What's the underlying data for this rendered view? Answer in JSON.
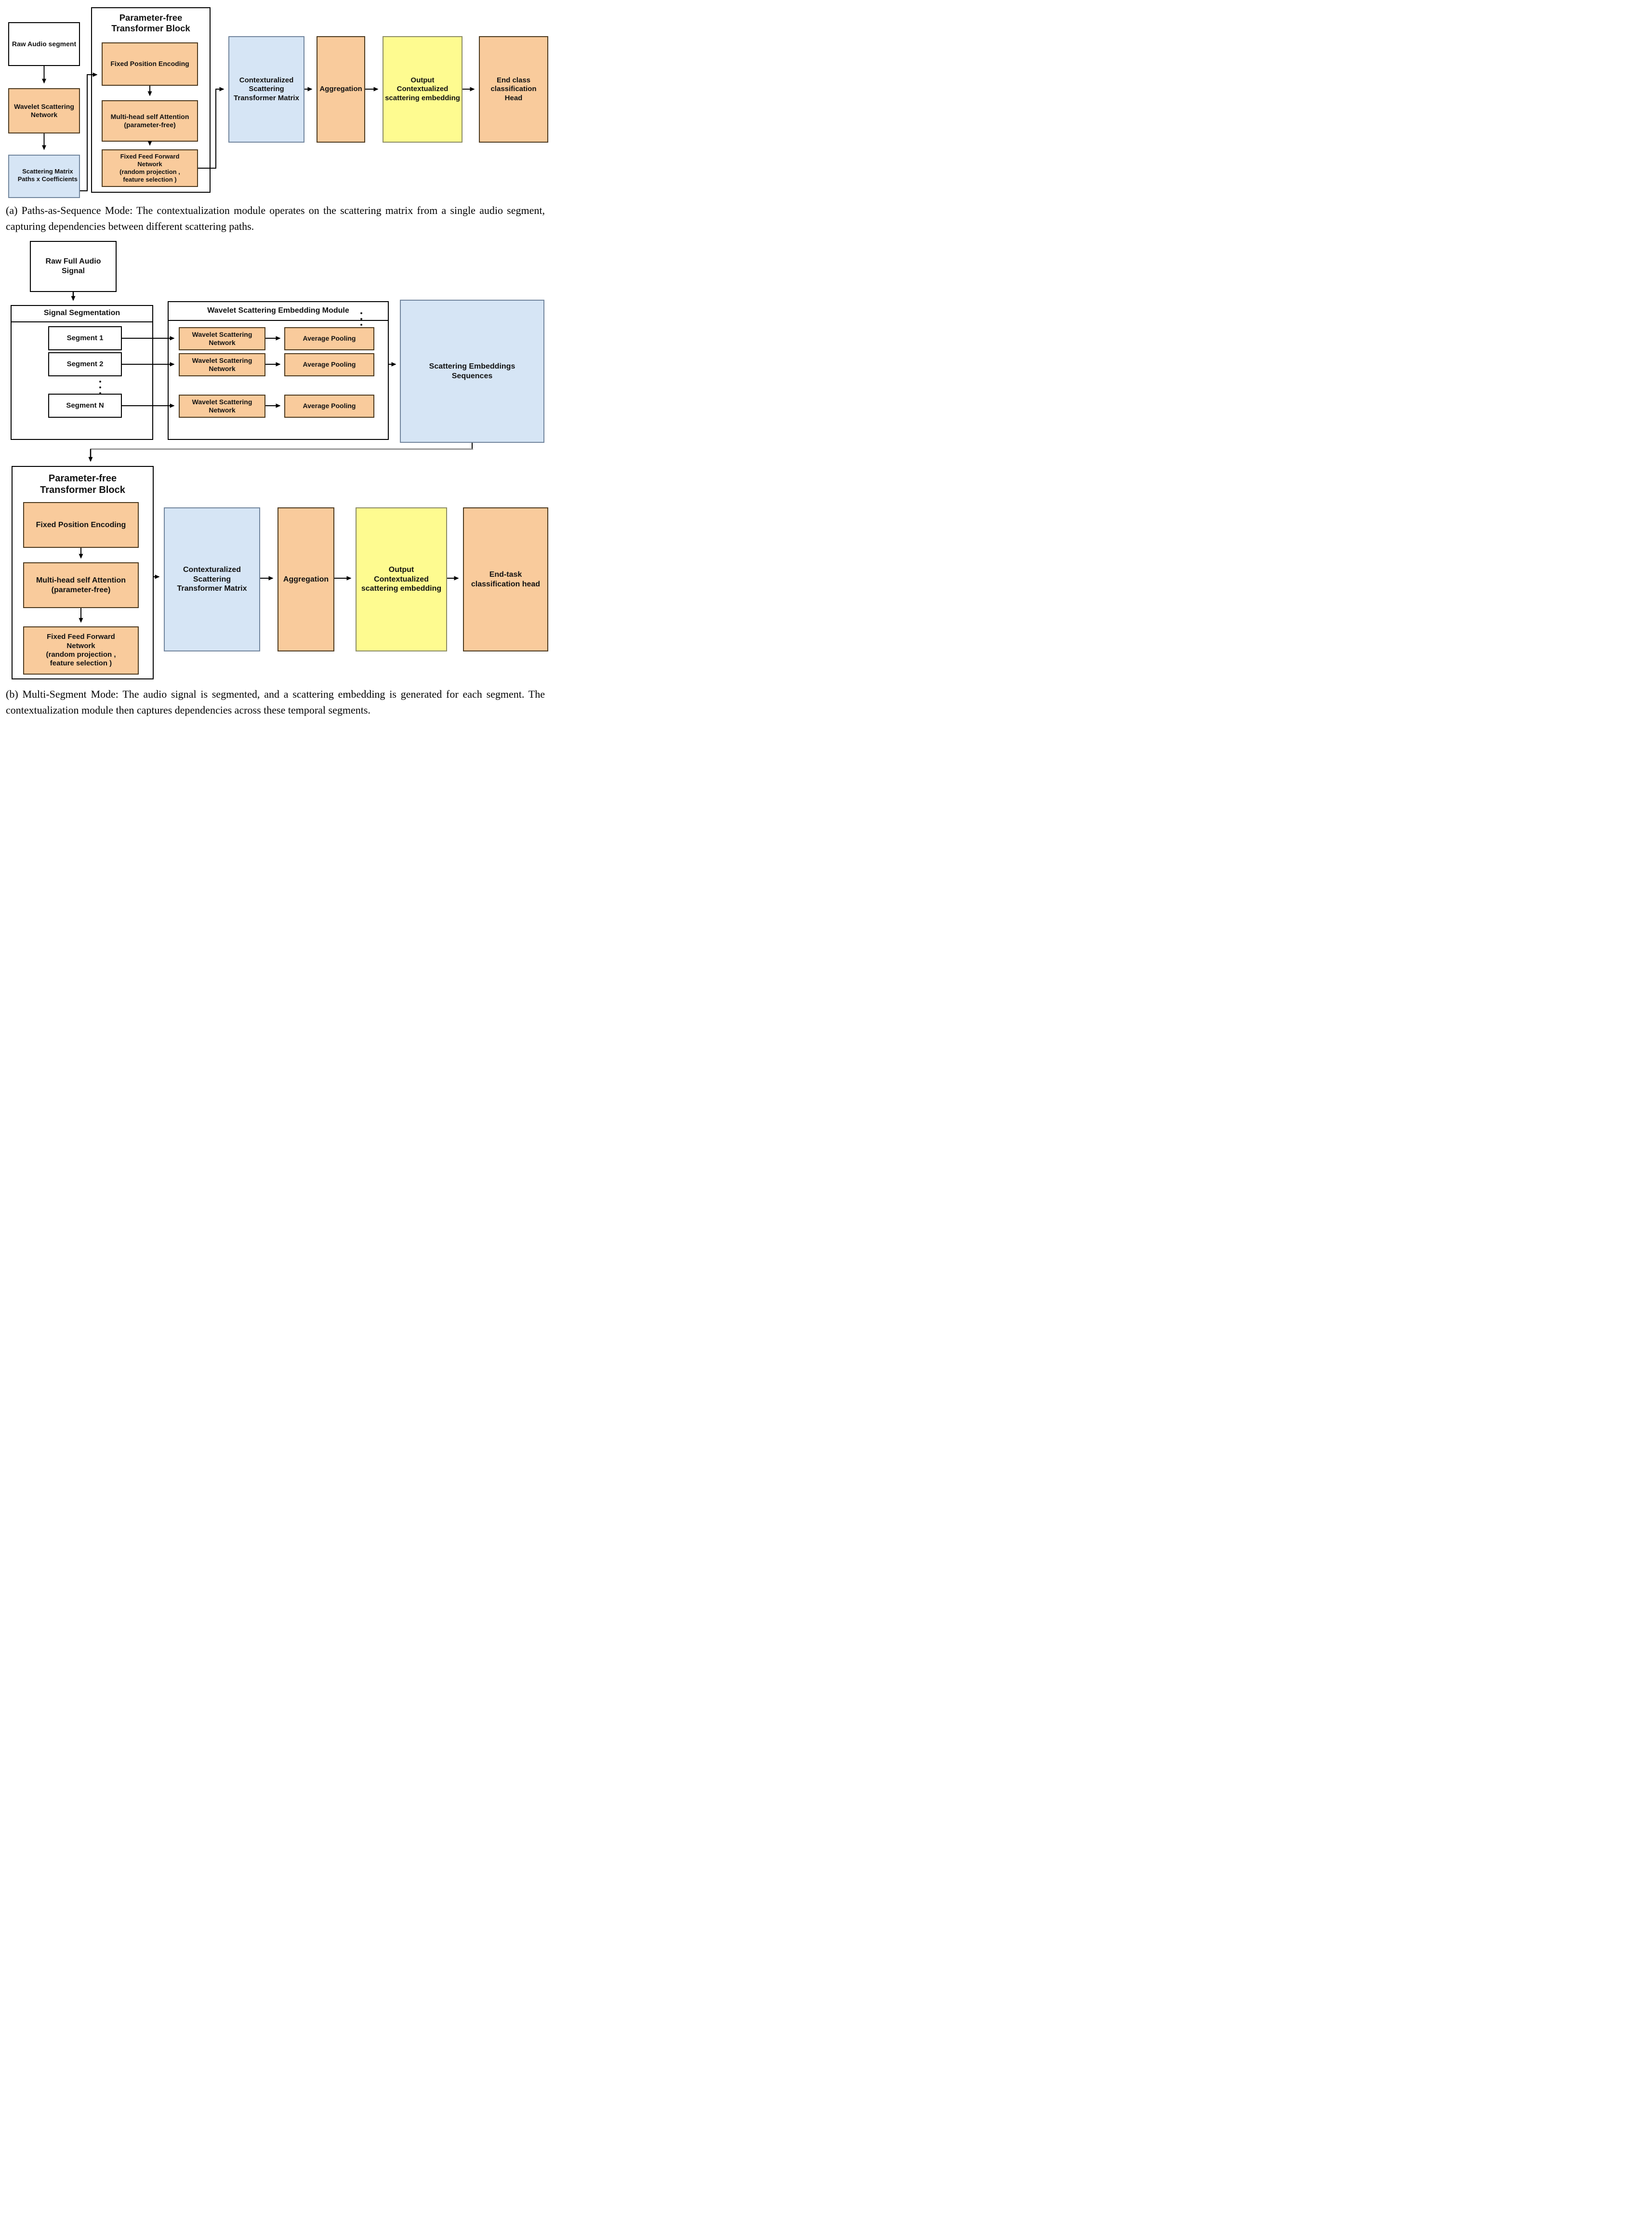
{
  "figure": {
    "caption_a": "(a) Paths-as-Sequence Mode: The contextualization module operates on the scattering matrix from a single audio segment, capturing dependencies between different scattering paths.",
    "caption_b": "(b) Multi-Segment Mode: The audio signal is segmented, and a scattering embedding is generated for each segment. The contextualization module then captures dependencies across these temporal segments."
  },
  "colors": {
    "orange_fill": "#F9CB9C",
    "blue_fill": "#D6E5F5",
    "yellow_fill": "#FEFB90",
    "white_fill": "#FFFFFF",
    "line_black": "#000000",
    "line_gray": "#888888"
  },
  "diagram_a": {
    "raw_audio": "Raw Audio segment",
    "wavelet_scattering": "Wavelet Scattering\nNetwork",
    "scattering_matrix": "Scattering Matrix\nPaths x Coefficients",
    "transformer_title": "Parameter-free\nTransformer Block",
    "fixed_position_encoding": "Fixed Position Encoding",
    "multi_head": "Multi-head self Attention\n(parameter-free)",
    "feed_forward": "Fixed Feed Forward\nNetwork\n(random projection ,\nfeature selection )",
    "ctx_matrix": "Contexturalized\nScattering\nTransformer Matrix",
    "aggregation": "Aggregation",
    "output_embedding": "Output\nContextualized\nscattering embedding",
    "end_head": "End class\nclassification Head"
  },
  "diagram_b": {
    "raw_full_audio": "Raw Full Audio\nSignal",
    "signal_segmentation_title": "Signal Segmentation",
    "segments": [
      "Segment 1",
      "Segment 2",
      "Segment N"
    ],
    "wse_module_title": "Wavelet Scattering Embedding  Module",
    "wsn_label": "Wavelet Scattering\nNetwork",
    "avg_pool_label": "Average Pooling",
    "scattering_embeddings": "Scattering Embeddings\nSequences",
    "transformer_title": "Parameter-free\nTransformer Block",
    "fixed_position_encoding": "Fixed Position Encoding",
    "multi_head": "Multi-head self Attention\n(parameter-free)",
    "feed_forward": "Fixed Feed Forward\nNetwork\n(random projection ,\nfeature selection )",
    "ctx_matrix": "Contexturalized\nScattering\nTransformer Matrix",
    "aggregation": "Aggregation",
    "output_embedding": "Output\nContextualized\nscattering embedding",
    "end_head": "End-task\nclassification head"
  }
}
